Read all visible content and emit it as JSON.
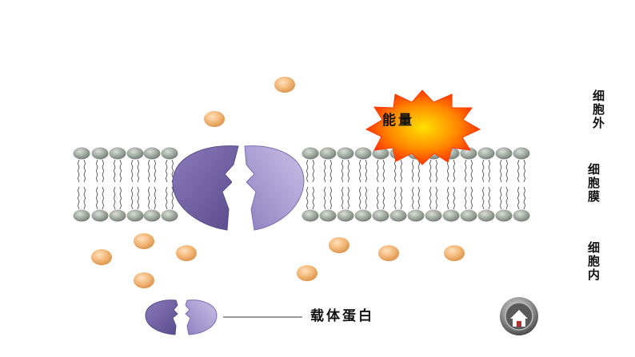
{
  "labels": {
    "outside": "细胞外",
    "membrane": "细胞膜",
    "inside": "细胞内",
    "energy": "能量",
    "legend": "载体蛋白"
  },
  "colors": {
    "protein_dark": "#6f5fa0",
    "protein_light": "#a799cc",
    "molecule": "#f0b070",
    "lipid_head": "#9aa49a",
    "energy_outer": "#ff2a00",
    "energy_inner": "#ffd200"
  },
  "icons": {
    "home": "home-icon"
  }
}
